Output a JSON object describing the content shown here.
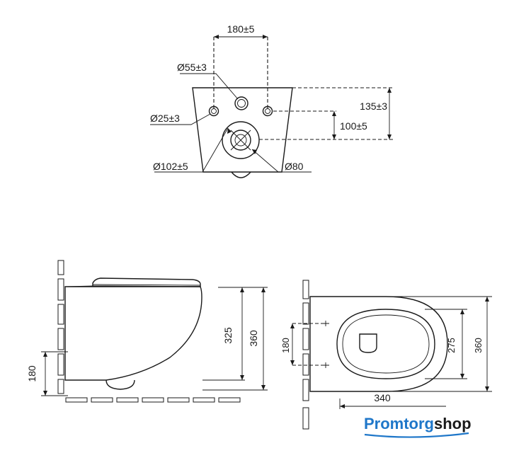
{
  "top_view": {
    "dim_bolt_spacing": "180±5",
    "dim_inlet": "Ø55±3",
    "dim_bolt_hole": "Ø25±3",
    "dim_outlet_outer": "Ø102±5",
    "dim_outlet_inner": "Ø80",
    "dim_height_top": "135±3",
    "dim_height_outlet": "100±5"
  },
  "side_view": {
    "dim_floor": "180",
    "dim_body": "325",
    "dim_total": "360"
  },
  "plan_view": {
    "dim_bolts": "180",
    "dim_seat": "275",
    "dim_total": "360",
    "dim_length": "340"
  },
  "brand": {
    "part1": "Promtorg",
    "part2": "shop"
  }
}
